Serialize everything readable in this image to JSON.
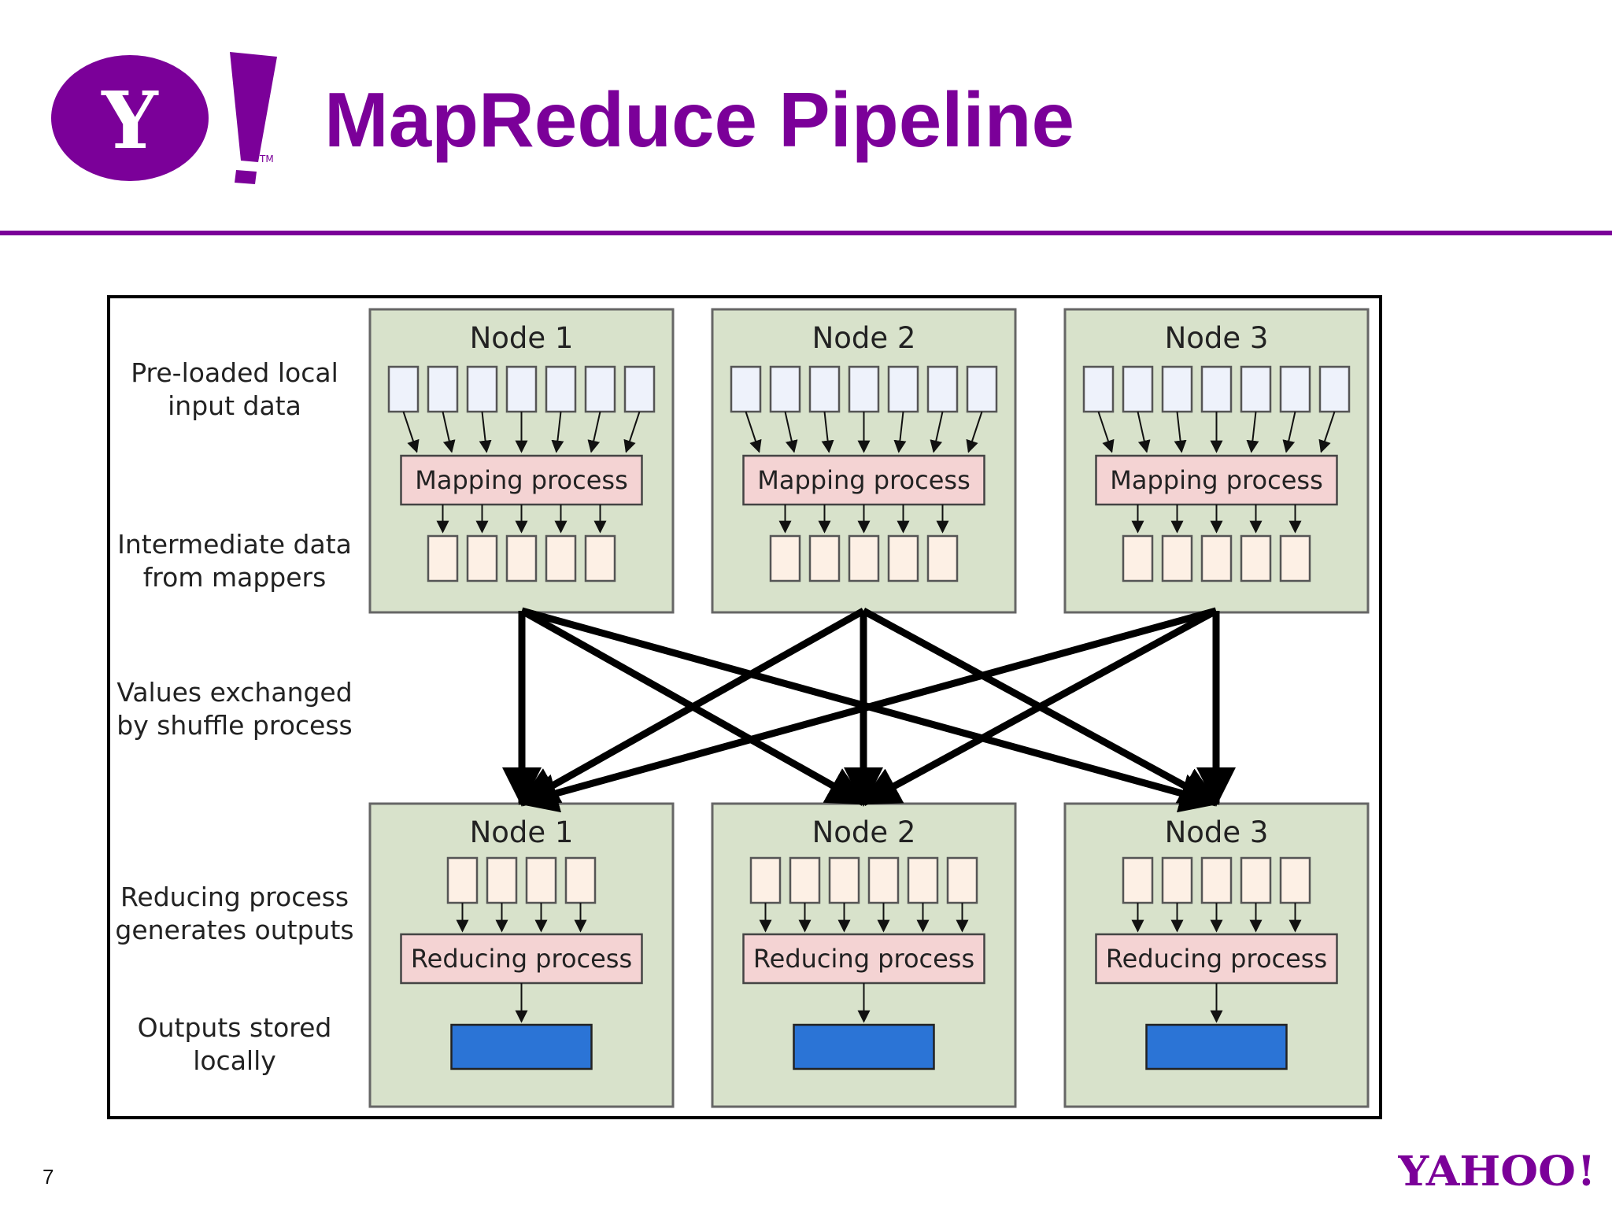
{
  "slide": {
    "title": "MapReduce Pipeline",
    "page_number": "7",
    "accent_color": "#7b0099"
  },
  "logo": {
    "letter": "Y",
    "mark": "!",
    "tm": "TM",
    "icon": "yahoo-y-logo-icon"
  },
  "footer_logo": {
    "text": "YAHOO",
    "mark": "!",
    "icon": "yahoo-wordmark-icon"
  },
  "diagram": {
    "row_labels": [
      [
        "Pre-loaded local",
        "input data"
      ],
      [
        "Intermediate data",
        "from mappers"
      ],
      [
        "Values exchanged",
        "by shuffle process"
      ],
      [
        "Reducing process",
        "generates outputs"
      ],
      [
        "Outputs stored",
        "locally"
      ]
    ],
    "map_nodes": [
      {
        "title": "Node 1",
        "process": "Mapping process",
        "inputs": 7,
        "intermediates": 5
      },
      {
        "title": "Node 2",
        "process": "Mapping process",
        "inputs": 7,
        "intermediates": 5
      },
      {
        "title": "Node 3",
        "process": "Mapping process",
        "inputs": 7,
        "intermediates": 5
      }
    ],
    "reduce_nodes": [
      {
        "title": "Node 1",
        "process": "Reducing process",
        "inputs": 4
      },
      {
        "title": "Node 2",
        "process": "Reducing process",
        "inputs": 6
      },
      {
        "title": "Node 3",
        "process": "Reducing process",
        "inputs": 5
      }
    ],
    "colors": {
      "node_fill": "#d8e2cb",
      "input_fill": "#eef2fb",
      "intermediate_fill": "#fdf0e5",
      "process_fill": "#f4d3d3",
      "output_fill": "#2b74d6"
    }
  }
}
